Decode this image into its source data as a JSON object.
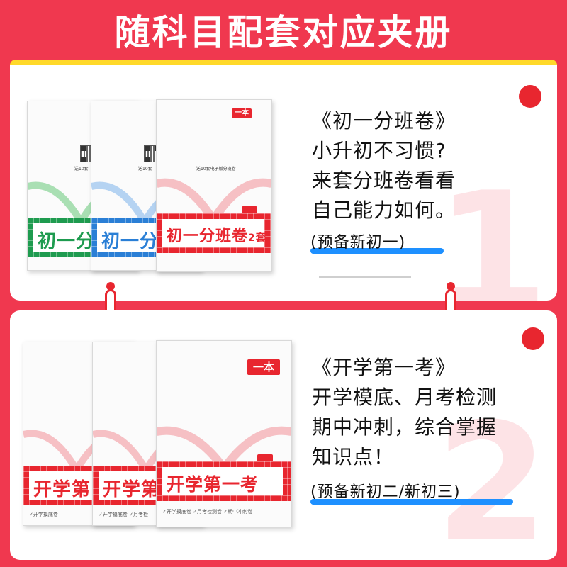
{
  "header": {
    "title": "随科目配套对应夹册"
  },
  "section1": {
    "heading": "《初一分班卷》",
    "lines": [
      "小升初不习惯?",
      "来套分班卷看看",
      "自己能力如何。"
    ],
    "note": "(预备新初一)",
    "watermark": "1",
    "books": [
      {
        "band_text": "初一分",
        "band_color": "#1e9b4f",
        "arc_color": "#a9dfb3"
      },
      {
        "band_text": "初一分",
        "band_color": "#2a7fd6",
        "arc_color": "#b5d3f2"
      },
      {
        "band_text": "初一分班卷",
        "band_sup": "2套",
        "band_color": "#e8262f",
        "arc_color": "#f6c0c4",
        "logo": "一本",
        "caption": "送10套电子版分班卷"
      }
    ],
    "qr_captions": [
      "送10套",
      "送10套"
    ]
  },
  "section2": {
    "heading": "《开学第一考》",
    "lines": [
      "开学模底、月考检测",
      "期中冲刺，综合掌握",
      "知识点！"
    ],
    "note": "(预备新初二/新初三)",
    "watermark": "2",
    "books": [
      {
        "band_text": "开学第",
        "strip": "✓开学摸底卷"
      },
      {
        "band_text": "开学第",
        "strip": "✓开学摸底卷 ✓月考检"
      },
      {
        "band_text": "开学第一考",
        "strip": "✓开学摸底卷 ✓月考检测卷 ✓期中冲刺卷",
        "logo": "一本"
      }
    ]
  },
  "colors": {
    "background": "#f0384f",
    "accent_red": "#e8262f",
    "stripe_yellow": "#ffd92a",
    "underline_blue": "#1e90ff"
  }
}
